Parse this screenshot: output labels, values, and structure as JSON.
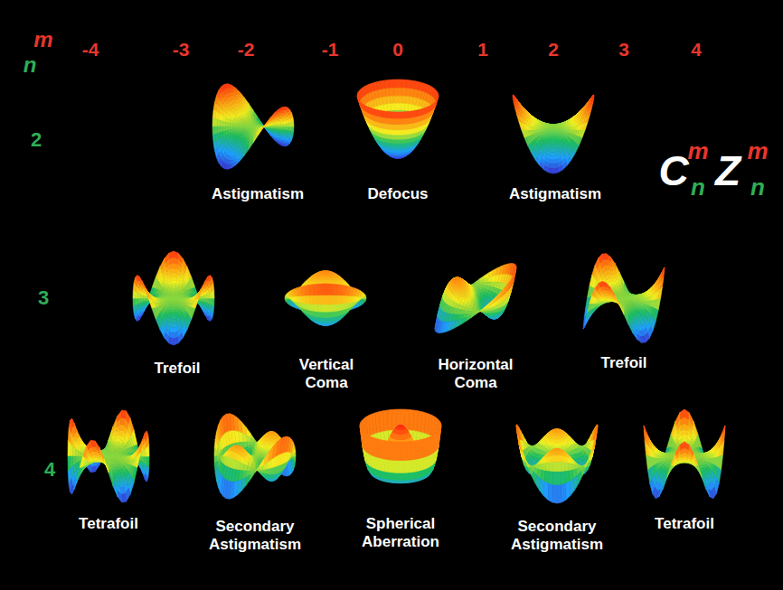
{
  "diagram": {
    "labels": [
      "m",
      "-4",
      "-3",
      "-2",
      "-1",
      "0",
      "1",
      "2",
      "3",
      "4",
      "n",
      "2",
      "3",
      "4",
      "Astigmatism",
      "Defocus",
      "Astigmatism",
      "Trefoil",
      "Vertical Coma",
      "Horizontal Coma",
      "Trefoil",
      "Tetrafoil",
      "Secondary Astigmatism",
      "Spherical Aberration",
      "Secondary Astigmatism",
      "Tetrafoil",
      "C",
      "m",
      "n",
      "Z",
      "m",
      "n"
    ]
  }
}
